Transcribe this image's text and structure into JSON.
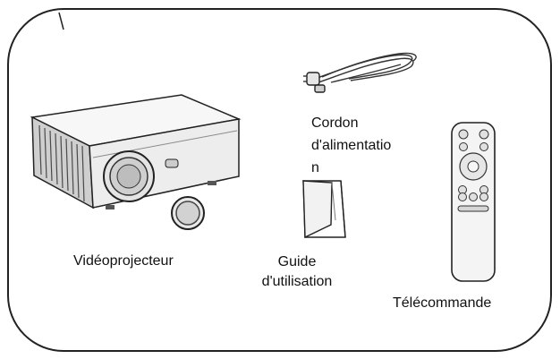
{
  "items": {
    "projector": {
      "label": "Vidéoprojecteur",
      "icon": "projector-icon"
    },
    "power_cord": {
      "label_lines": [
        "Cordon",
        "d'alimentatio",
        "n"
      ],
      "icon": "power-cord-icon"
    },
    "user_guide": {
      "label_lines": [
        "Guide",
        "d'utilisation"
      ],
      "icon": "user-guide-icon"
    },
    "remote": {
      "label": "Télécommande",
      "icon": "remote-control-icon"
    }
  },
  "colors": {
    "line": "#222222",
    "fill_light": "#f2f2f2",
    "fill_mid": "#d9d9d9",
    "fill_dark": "#555555"
  }
}
